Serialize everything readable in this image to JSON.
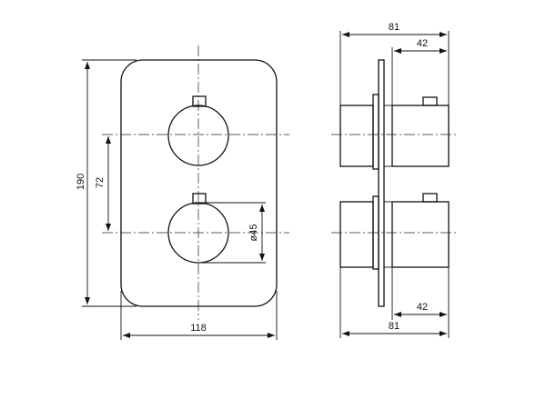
{
  "dimensions": {
    "height_total": "190",
    "center_distance": "72",
    "knob_diameter": "ø45",
    "width_total": "118",
    "depth_top": "81",
    "knob_depth_top": "42",
    "knob_depth_bottom": "42",
    "depth_bottom": "81"
  }
}
